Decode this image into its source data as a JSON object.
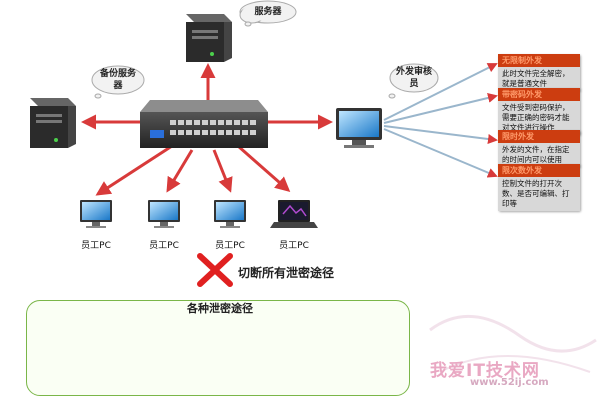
{
  "clouds": {
    "server": "服务器",
    "backup": "备份服务器",
    "audit": "外发审核员"
  },
  "pcs": [
    {
      "label": "员工PC"
    },
    {
      "label": "员工PC"
    },
    {
      "label": "员工PC"
    },
    {
      "label": "员工PC"
    }
  ],
  "cut": {
    "label": "切断所有泄密途径"
  },
  "panels": [
    {
      "title": "无限制外发",
      "body": "此时文件完全解密，就是普通文件"
    },
    {
      "title": "带密码外发",
      "body": "文件受到密码保护，需要正确的密码才能对文件进行操作"
    },
    {
      "title": "限时外发",
      "body": "外发的文件，在指定的时间内可以使用"
    },
    {
      "title": "限次数外发",
      "body": "控制文件的打开次数、是否可编辑、打印等"
    }
  ],
  "leak": {
    "title": "各种泄密途径"
  },
  "watermark": {
    "text": "我爱IT技术网",
    "url": "www.52ij.com"
  },
  "icons": [
    "bluetooth-icon",
    "disk-icon",
    "email-icon",
    "qq-icon",
    "ie-icon",
    "usb-icon",
    "printer-icon"
  ],
  "colors": {
    "arrow": "#d83a3a",
    "panel_title": "#cc3d10",
    "panel_body": "#d8d8d8",
    "border_green": "#7ab648"
  }
}
